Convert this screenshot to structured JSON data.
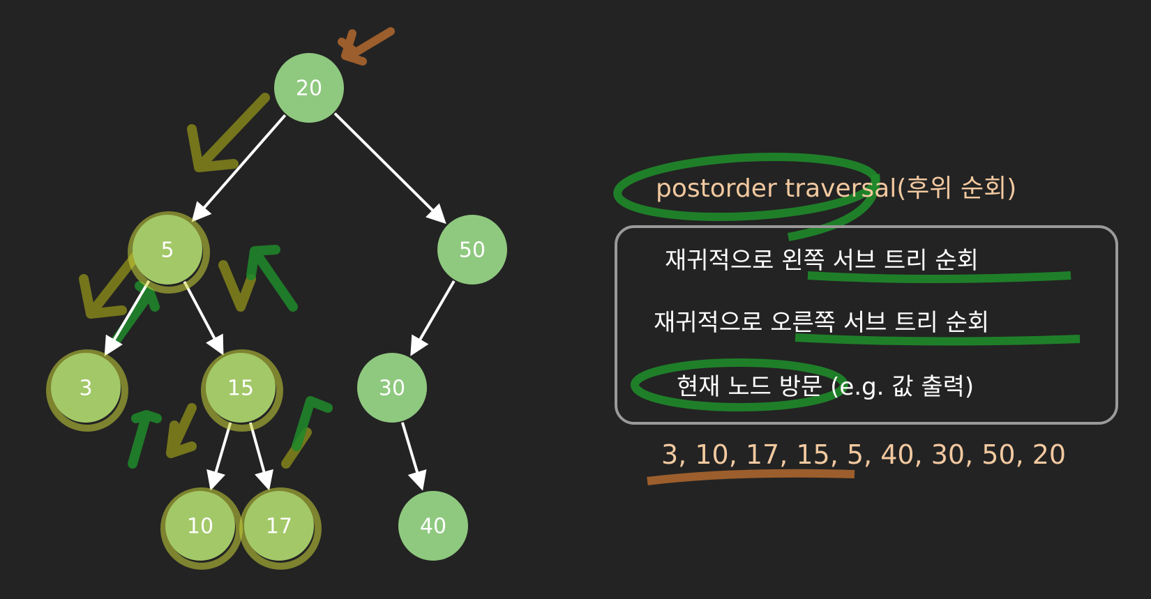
{
  "colors": {
    "background": "#232323",
    "node_fill": "#8fc97f",
    "edge": "#ffffff",
    "title": "#f2c9a0",
    "step_text": "#ffffff",
    "highlight_yellow": "#c8d43a",
    "highlight_green": "#1f8a2a",
    "highlight_orange": "#b2692e",
    "box_border": "#9a9a9a"
  },
  "tree": {
    "nodes": [
      {
        "id": "n20",
        "label": "20"
      },
      {
        "id": "n5",
        "label": "5"
      },
      {
        "id": "n50",
        "label": "50"
      },
      {
        "id": "n3",
        "label": "3"
      },
      {
        "id": "n15",
        "label": "15"
      },
      {
        "id": "n30",
        "label": "30"
      },
      {
        "id": "n10",
        "label": "10"
      },
      {
        "id": "n17",
        "label": "17"
      },
      {
        "id": "n40",
        "label": "40"
      }
    ],
    "edges": [
      [
        "n20",
        "n5"
      ],
      [
        "n20",
        "n50"
      ],
      [
        "n5",
        "n3"
      ],
      [
        "n5",
        "n15"
      ],
      [
        "n50",
        "n30"
      ],
      [
        "n15",
        "n10"
      ],
      [
        "n15",
        "n17"
      ],
      [
        "n30",
        "n40"
      ]
    ]
  },
  "panel": {
    "title": "postorder traversal(후위 순회)",
    "steps": [
      "재귀적으로 왼쪽 서브 트리 순회",
      "재귀적으로 오른쪽 서브 트리 순회",
      "현재 노드 방문 (e.g. 값 출력)"
    ],
    "result": "3, 10, 17, 15, 5, 40, 30, 50, 20"
  }
}
